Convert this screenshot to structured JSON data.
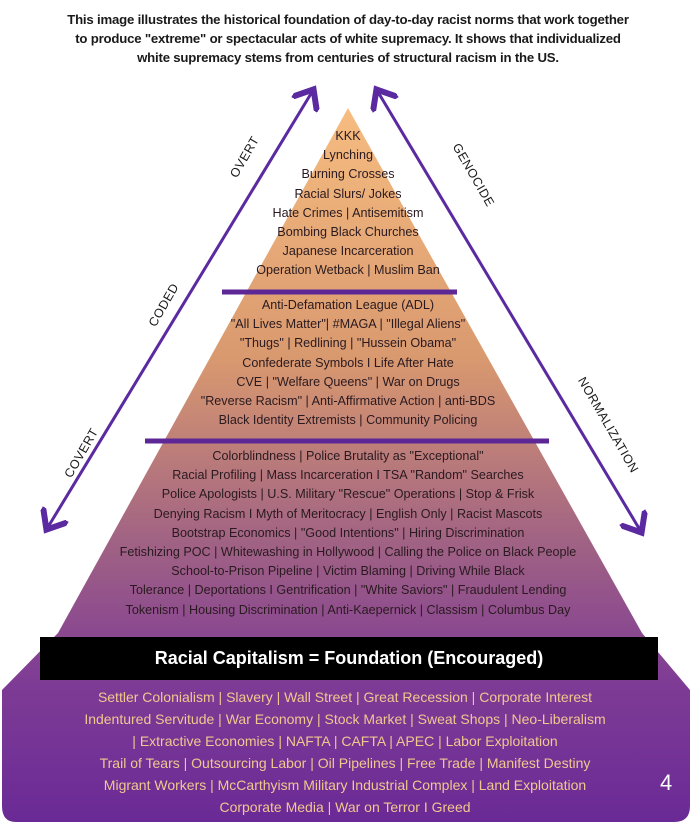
{
  "caption": [
    "This image illustrates the historical foundation of day-to-day racist norms that work together",
    "to produce \"extreme\" or spectacular acts of white supremacy. It shows that individualized",
    "white supremacy stems from centuries of structural racism in the US."
  ],
  "side_labels": {
    "overt": "OVERT",
    "coded": "CODED",
    "covert": "COVERT",
    "genocide": "GENOCIDE",
    "normalization": "NORMALIZATION"
  },
  "tiers": [
    {
      "name": "overt",
      "lines": [
        "KKK",
        "Lynching",
        "Burning Crosses",
        "Racial Slurs/ Jokes",
        "Hate Crimes | Antisemitism",
        "Bombing Black Churches",
        "Japanese Incarceration",
        "Operation Wetback | Muslim Ban"
      ]
    },
    {
      "name": "coded",
      "lines": [
        "Anti-Defamation League (ADL)",
        "\"All Lives Matter\"| #MAGA | \"Illegal Aliens\"",
        "\"Thugs\" | Redlining | \"Hussein Obama\"",
        "Confederate Symbols I Life After Hate",
        "CVE | \"Welfare Queens\" | War on Drugs",
        "\"Reverse Racism\" | Anti-Affirmative Action | anti-BDS",
        "Black Identity Extremists | Community Policing"
      ]
    },
    {
      "name": "covert",
      "lines": [
        "Colorblindness | Police Brutality as \"Exceptional\"",
        "Racial Profiling | Mass Incarceration I TSA \"Random\" Searches",
        "Police Apologists | U.S. Military \"Rescue\" Operations | Stop & Frisk",
        "Denying Racism I Myth of Meritocracy | English Only | Racist Mascots",
        "Bootstrap Economics | \"Good Intentions\" | Hiring Discrimination",
        "Fetishizing POC | Whitewashing in Hollywood | Calling the Police on Black People",
        "School-to-Prison Pipeline | Victim Blaming | Driving While Black",
        "Tolerance | Deportations I Gentrification | \"White Saviors\" | Fraudulent Lending",
        "Tokenism | Housing Discrimination | Anti-Kaepernick | Classism | Columbus Day"
      ]
    }
  ],
  "banner": "Racial Capitalism = Foundation (Encouraged)",
  "foundation": [
    "Settler Colonialism | Slavery | Wall Street | Great Recession | Corporate Interest",
    "Indentured Servitude | War Economy | Stock Market | Sweat Shops | Neo-Liberalism",
    "| Extractive Economies | NAFTA | CAFTA | APEC | Labor Exploitation",
    "Trail of Tears | Outsourcing Labor | Oil Pipelines | Free Trade | Manifest Destiny",
    "Migrant Workers | McCarthyism Military Industrial Complex | Land Exploitation",
    "Corporate Media | War on Terror I Greed"
  ],
  "page_number": "4",
  "colors": {
    "purple": "#6a2d9c",
    "apex": "#f4b57a",
    "base": "#6b2c92",
    "foundation_text": "#f1c78f"
  }
}
